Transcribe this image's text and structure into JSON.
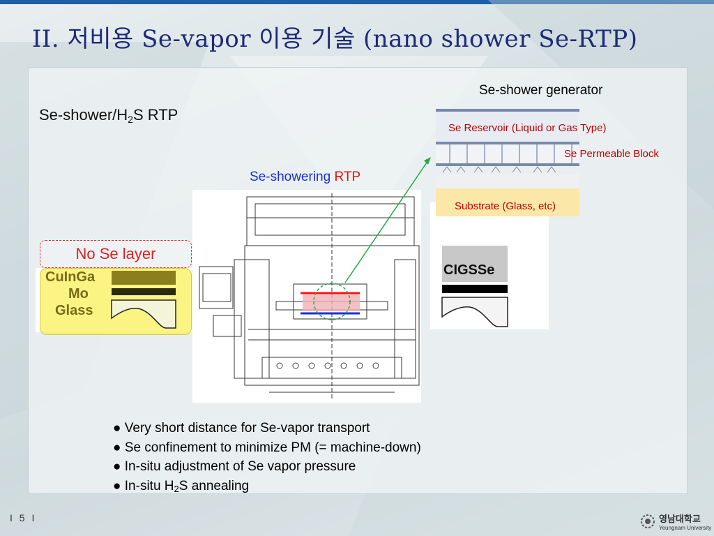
{
  "title": "II. 저비용 Se-vapor 이용 기술 (nano shower Se-RTP)",
  "heading": {
    "part1": "Se-shower",
    "sep": "/H",
    "sub": "2",
    "part2": "S RTP"
  },
  "showering": {
    "blue": "Se-showering ",
    "red": "RTP"
  },
  "no_se_layer": "No Se layer",
  "layers": {
    "cuinga": "CuInGa",
    "mo": "Mo",
    "glass": "Glass"
  },
  "cigsse": "CIGSSe",
  "generator": {
    "title": "Se-shower generator",
    "reservoir": "Se Reservoir (Liquid or Gas Type)",
    "permeable": "Se Permeable Block",
    "substrate": "Substrate (Glass, etc)"
  },
  "bullets": [
    "Very short distance for Se-vapor transport",
    "Se confinement to minimize PM (= machine-down)",
    "In-situ adjustment of Se vapor pressure"
  ],
  "bullet4": {
    "pre": "In-situ H",
    "sub": "2",
    "post": "S annealing"
  },
  "bullet_symbol": "●",
  "page_number": "I 5 I",
  "logo": {
    "korean": "영남대학교",
    "english": "Yeungnam University"
  },
  "colors": {
    "title": "#1e2a78",
    "accent_red": "#e01010",
    "accent_blue": "#1a2fd6",
    "arrow": "#22aa44"
  }
}
